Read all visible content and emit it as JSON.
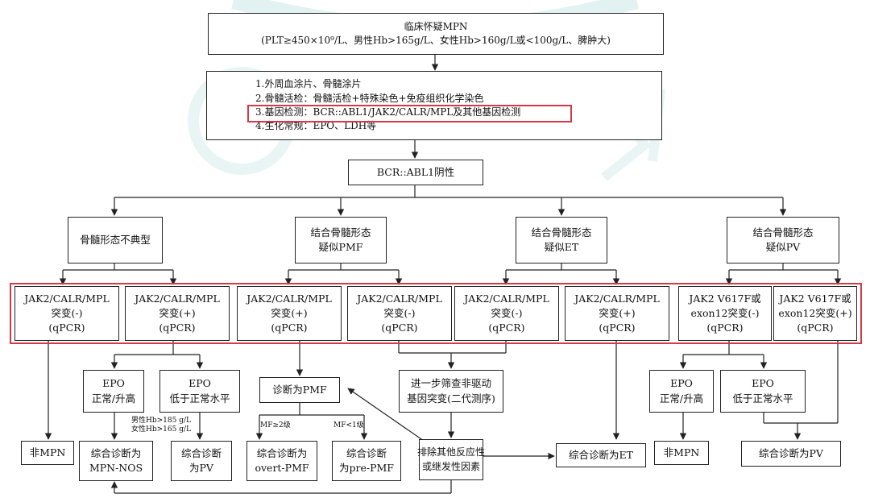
{
  "nodes": {
    "top": [
      "临床怀疑MPN",
      "(PLT≥450×10⁹/L、男性Hb>165g/L、女性Hb>160g/L或<100g/L、脾肿大)"
    ],
    "tests": [
      "1.外周血涂片、骨髓涂片",
      "2.骨髓活检：骨髓活检+特殊染色+免疫组织化学染色",
      "3.基因检测：BCR::ABL1/JAK2/CALR/MPL及其他基因检测",
      "4.生化常规：EPO、LDH等"
    ],
    "bcr": [
      "BCR::ABL1阴性"
    ],
    "cat_atypical": [
      "骨髓形态不典型"
    ],
    "cat_pmf": [
      "结合骨髓形态",
      "疑似PMF"
    ],
    "cat_et": [
      "结合骨髓形态",
      "疑似ET"
    ],
    "cat_pv": [
      "结合骨髓形态",
      "疑似PV"
    ],
    "m1": [
      "JAK2/CALR/MPL",
      "突变(-)",
      "(qPCR)"
    ],
    "m2": [
      "JAK2/CALR/MPL",
      "突变(+)",
      "(qPCR)"
    ],
    "m3": [
      "JAK2/CALR/MPL",
      "突变(+)",
      "(qPCR)"
    ],
    "m4": [
      "JAK2/CALR/MPL",
      "突变(-)",
      "(qPCR)"
    ],
    "m5": [
      "JAK2/CALR/MPL",
      "突变(-)",
      "(qPCR)"
    ],
    "m6": [
      "JAK2/CALR/MPL",
      "突变(+)",
      "(qPCR)"
    ],
    "m7": [
      "JAK2 V617F或",
      "exon12突变(-)",
      "(qPCR)"
    ],
    "m8": [
      "JAK2 V617F或",
      "exon12突变(+)",
      "(qPCR)"
    ],
    "epo_high_a": [
      "EPO",
      "正常/升高"
    ],
    "epo_low_a": [
      "EPO",
      "低于正常水平"
    ],
    "pmf_dx": [
      "诊断为PMF"
    ],
    "ngs": [
      "进一步筛查非驱动",
      "基因突变(二代测序)"
    ],
    "epo_high_b": [
      "EPO",
      "正常/升高"
    ],
    "epo_low_b": [
      "EPO",
      "低于正常水平"
    ],
    "non_mpn_a": [
      "非MPN"
    ],
    "mpn_nos": [
      "综合诊断为",
      "MPN-NOS"
    ],
    "pv_a": [
      "综合诊断",
      "为PV"
    ],
    "overt": [
      "综合诊断为",
      "overt-PMF"
    ],
    "prepmf": [
      "综合诊断",
      "为pre-PMF"
    ],
    "exclude": [
      "排除其他反应性",
      "或继发性因素"
    ],
    "et_dx": [
      "综合诊断为ET"
    ],
    "non_mpn_b": [
      "非MPN"
    ],
    "pv_b": [
      "综合诊断为PV"
    ]
  },
  "edge_labels": {
    "hb": [
      "男性Hb>185 g/L",
      "女性Hb>165 g/L"
    ],
    "mf2": "MF≥2级",
    "mf1": "MF<1级"
  },
  "colors": {
    "highlight": "#d23a4a",
    "line": "#222222",
    "watermark": "#bfe0e0"
  }
}
